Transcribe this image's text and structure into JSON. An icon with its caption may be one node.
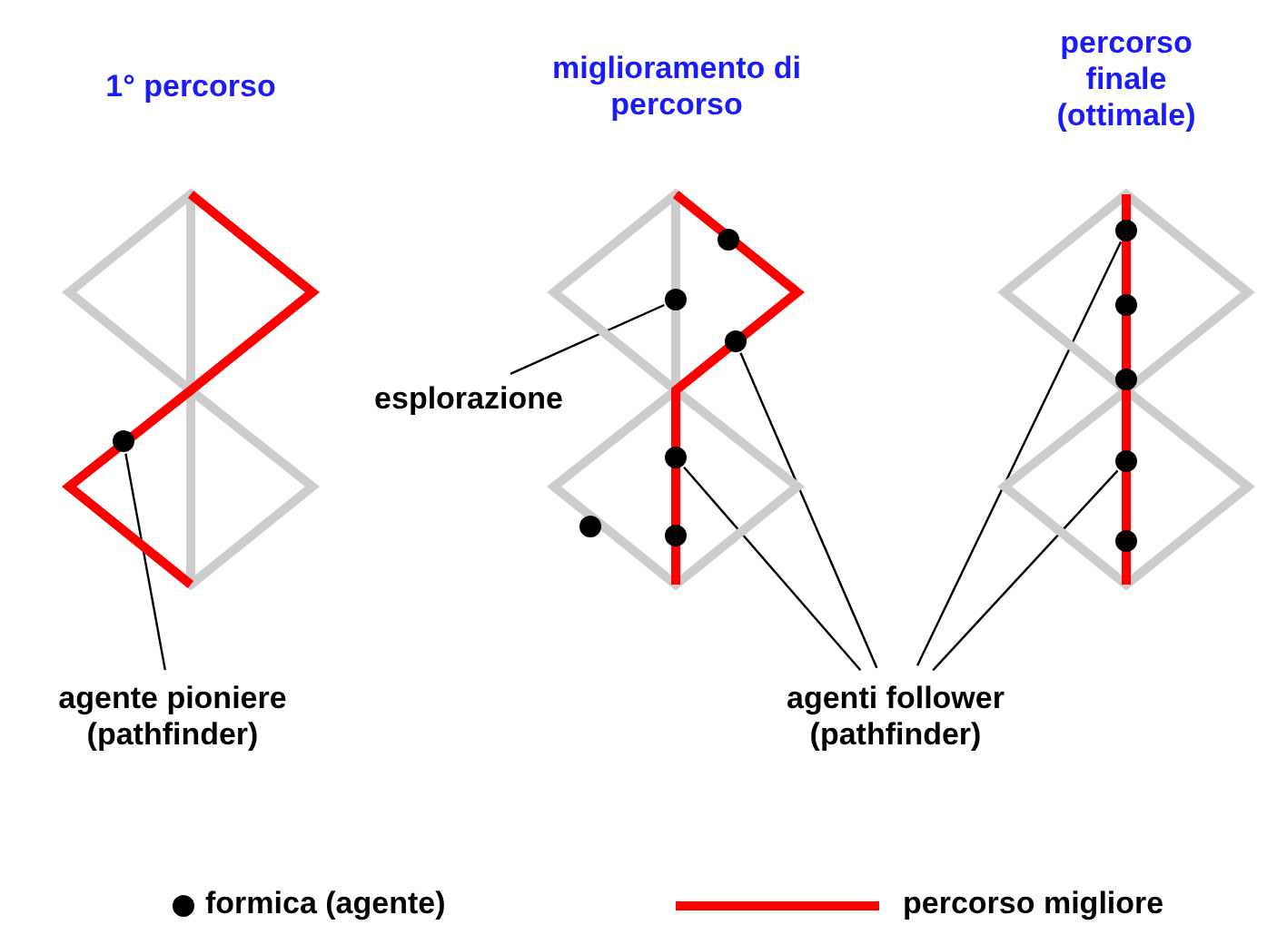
{
  "diagram": {
    "nodes": [
      {
        "text": [],
        "shape": "circle"
      },
      {
        "text": [],
        "shape": "circle"
      },
      {
        "text": [],
        "shape": "circle"
      },
      {
        "text": [],
        "shape": "circle"
      },
      {
        "text": [
          "esplorazione"
        ]
      },
      {
        "text": [],
        "shape": "circle"
      },
      {
        "text": [],
        "shape": "circle"
      },
      {
        "text": [],
        "shape": "circle"
      },
      {
        "text": [],
        "shape": "circle"
      },
      {
        "text": [],
        "shape": "circle"
      },
      {
        "text": [],
        "shape": "circle"
      },
      {
        "text": [],
        "shape": "circle"
      },
      {
        "text": [],
        "shape": "circle"
      },
      {
        "text": [
          "agente pioniere (pathfinder)"
        ]
      },
      {
        "text": [
          "agenti follower (pathfinder)"
        ]
      }
    ],
    "edges": [
      {
        "from": 13,
        "to": 0,
        "arrow": "none"
      },
      {
        "from": 4,
        "to": 2,
        "arrow": "none"
      },
      {
        "from": 14,
        "to": 3,
        "arrow": "none"
      },
      {
        "from": 14,
        "to": 5,
        "arrow": "none"
      },
      {
        "from": 14,
        "to": 8,
        "arrow": "none"
      },
      {
        "from": 14,
        "to": 11,
        "arrow": "none"
      }
    ],
    "labels": [
      "1° percorso",
      "miglioramento di percorso",
      "percorso finale (ottimale)"
    ],
    "legend": [
      {
        "text": "formica (agente)"
      },
      {
        "text": "percorso migliore"
      }
    ]
  }
}
